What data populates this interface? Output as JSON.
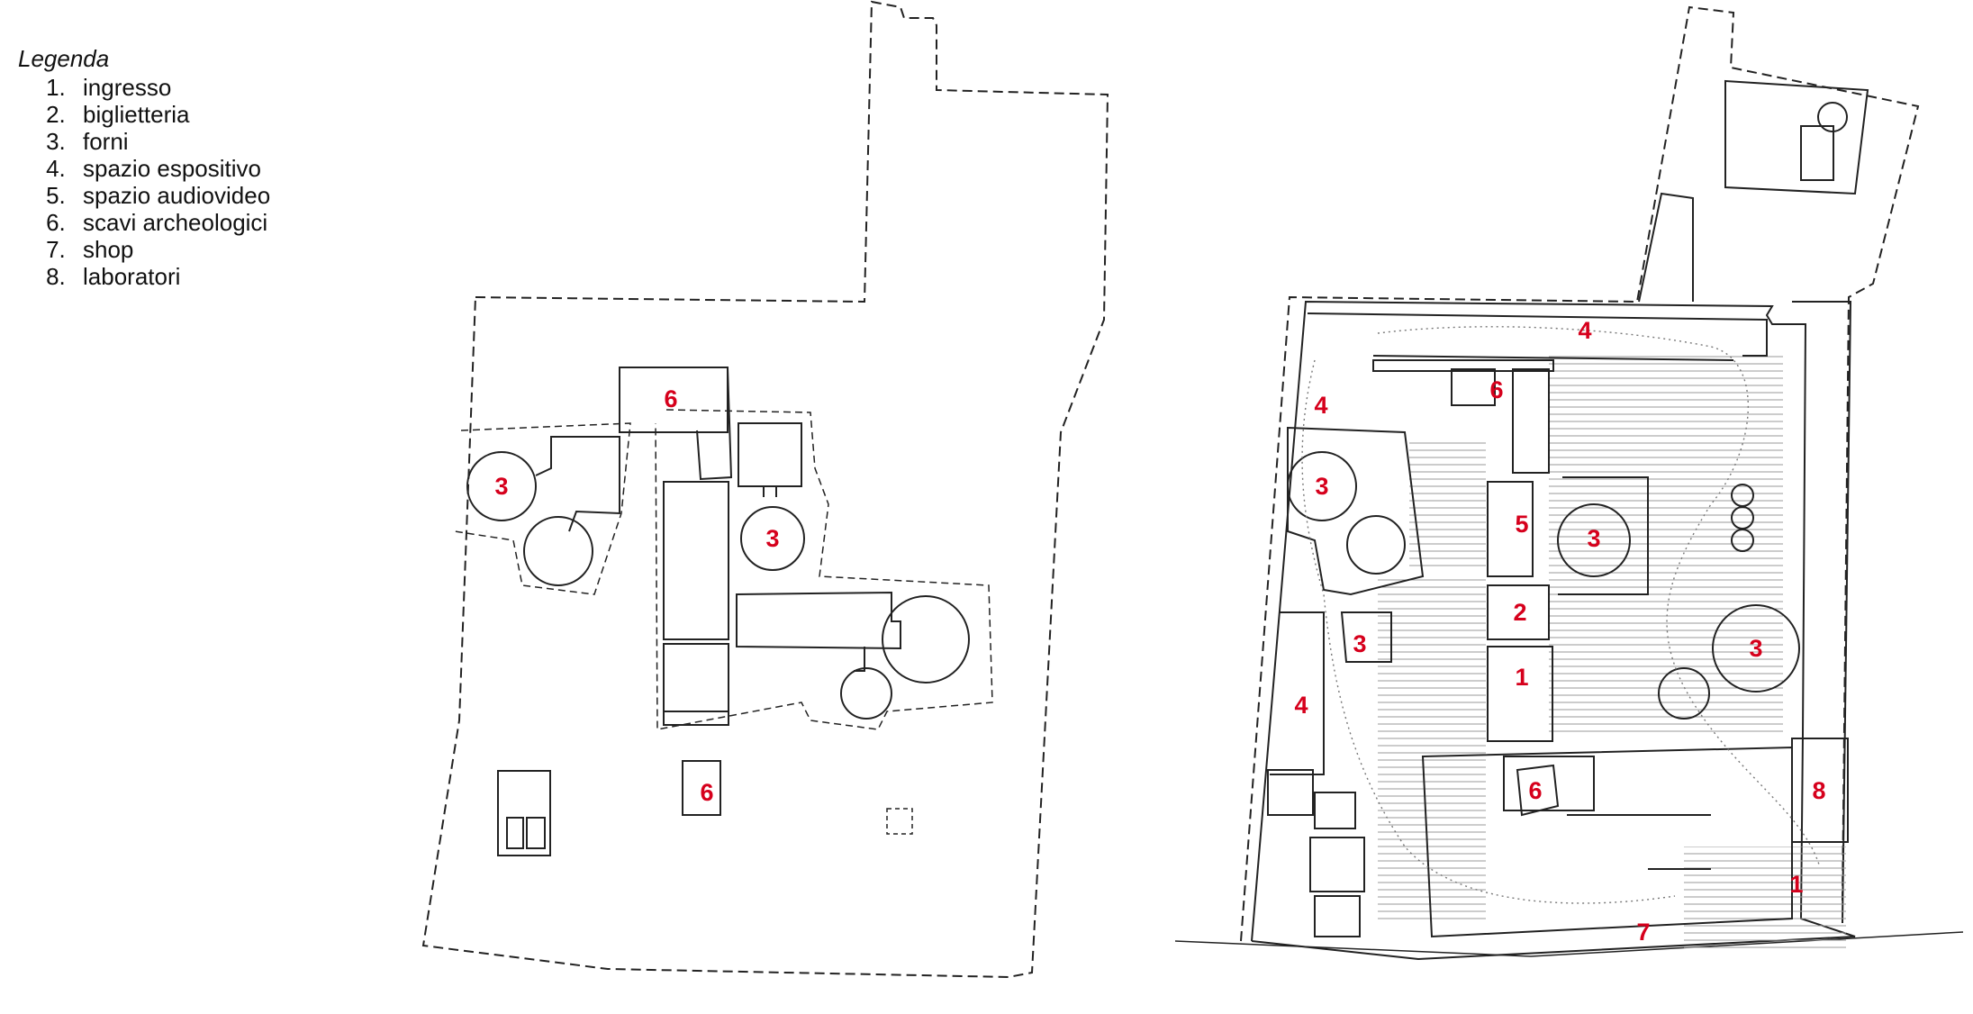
{
  "legend": {
    "title": "Legenda",
    "items": [
      {
        "number": "1",
        "text": "ingresso"
      },
      {
        "number": "2",
        "text": "biglietteria"
      },
      {
        "number": "3",
        "text": "forni"
      },
      {
        "number": "4",
        "text": "spazio espositivo"
      },
      {
        "number": "5",
        "text": "spazio audiovideo"
      },
      {
        "number": "6",
        "text": "scavi archeologici"
      },
      {
        "number": "7",
        "text": "shop"
      },
      {
        "number": "8",
        "text": "laboratori"
      }
    ]
  },
  "plans": {
    "line_color": "#222222",
    "label_color": "#d6001c",
    "existing_state": {
      "labels": [
        "6",
        "3",
        "3",
        "6"
      ]
    },
    "project_state": {
      "labels": [
        "4",
        "4",
        "6",
        "3",
        "5",
        "3",
        "2",
        "3",
        "3",
        "1",
        "4",
        "6",
        "8",
        "1",
        "7"
      ]
    }
  }
}
